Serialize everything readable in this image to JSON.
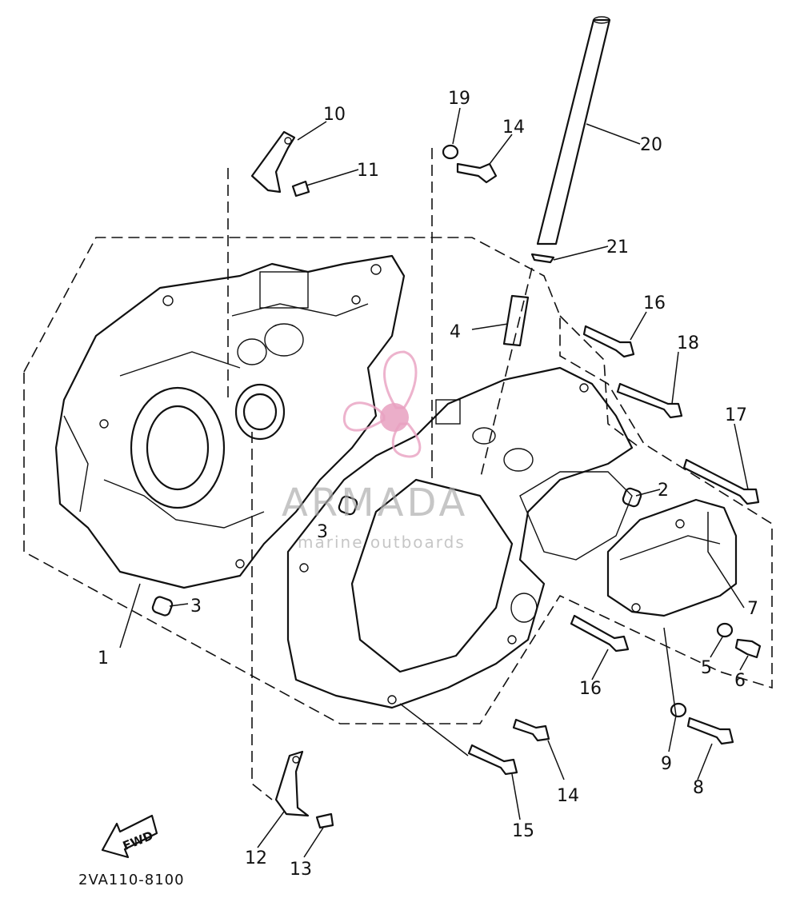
{
  "diagram": {
    "callouts": {
      "p1": "1",
      "p2": "2",
      "p3a": "3",
      "p3b": "3",
      "p4": "4",
      "p5": "5",
      "p6": "6",
      "p7": "7",
      "p8": "8",
      "p9": "9",
      "p10": "10",
      "p11": "11",
      "p12": "12",
      "p13": "13",
      "p14a": "14",
      "p14b": "14",
      "p15": "15",
      "p16a": "16",
      "p16b": "16",
      "p17": "17",
      "p18": "18",
      "p19": "19",
      "p20": "20",
      "p21": "21"
    },
    "fwd_label": "FWD",
    "drawing_code": "2VA110-8100"
  },
  "watermark": {
    "brand": "ARMADA",
    "tagline": "marine outboards",
    "color": "#e8a0c0"
  }
}
